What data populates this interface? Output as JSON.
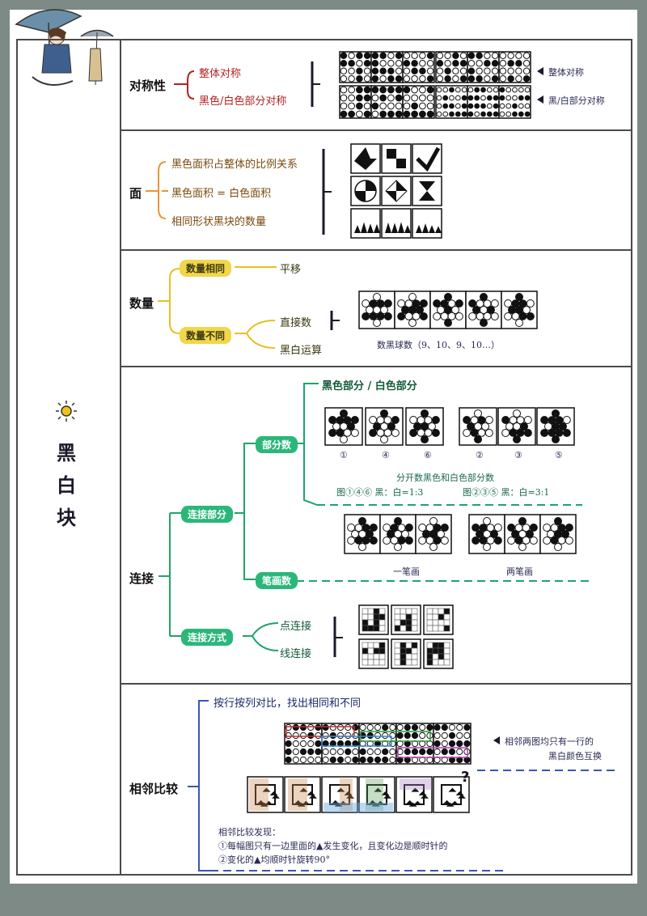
{
  "main_title": [
    "黑",
    "白",
    "块"
  ],
  "colors": {
    "red": "#b22222",
    "orange": "#e8953a",
    "yellow": "#e8c020",
    "green": "#1fa46a",
    "blue": "#3a55b8",
    "ink": "#1a1a2a"
  },
  "sections": {
    "symmetry": {
      "title": "对称性",
      "branches": [
        "整体对称",
        "黑色/白色部分对称"
      ],
      "notes": [
        "整体对称",
        "黑/白部分对称"
      ]
    },
    "area": {
      "title": "面",
      "branches": [
        "黑色面积占整体的比例关系",
        "黑色面积 = 白色面积",
        "相同形状黑块的数量"
      ]
    },
    "count": {
      "title": "数量",
      "nodes": [
        "数量相同",
        "数量不同"
      ],
      "leaves": [
        "平移",
        "直接数",
        "黑白运算"
      ],
      "note": "数黑球数（9、10、9、10…）"
    },
    "connect": {
      "title": "连接",
      "nodes": [
        "连接部分",
        "连接方式"
      ],
      "sub_nodes": [
        "部分数",
        "笔画数"
      ],
      "part_label": "黑色部分 / 白色部分",
      "circled": [
        "①",
        "④",
        "⑥",
        "②",
        "③",
        "⑤"
      ],
      "part_note": "分开数黑色和白色部分数",
      "ratio_notes": [
        "图①④⑥ 黑：白=1:3",
        "图②③⑤ 黑：白=3:1"
      ],
      "stroke_notes": [
        "一笔画",
        "两笔画"
      ],
      "leaves": [
        "点连接",
        "线连接"
      ]
    },
    "compare": {
      "title": "相邻比较",
      "branch": "按行按列对比，找出相同和不同",
      "side_note": [
        "相邻两图均只有一行的",
        "黑白颜色互换"
      ],
      "finding_title": "相邻比较发现：",
      "findings": [
        "①每幅图只有一边里面的▲发生变化，且变化边是顺时针的",
        "②变化的▲均顺时针旋转90°"
      ],
      "question_mark": "?"
    }
  }
}
